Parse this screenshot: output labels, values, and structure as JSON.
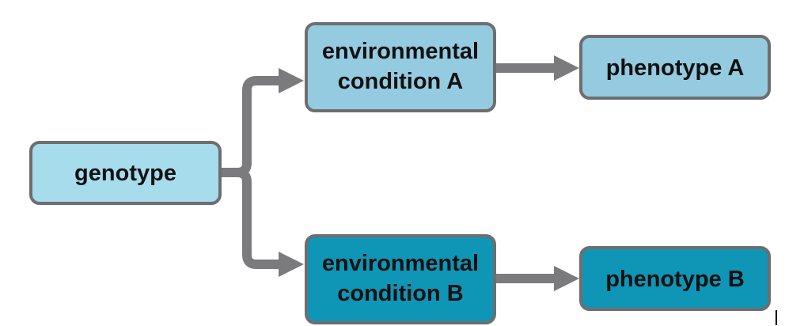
{
  "nodes": {
    "genotype": {
      "label": "genotype"
    },
    "env_a": {
      "line1": "environmental",
      "line2": "condition A"
    },
    "pheno_a": {
      "label": "phenotype A"
    },
    "env_b": {
      "line1": "environmental",
      "line2": "condition B"
    },
    "pheno_b": {
      "label": "phenotype B"
    }
  },
  "colors": {
    "genotype_fill": "#a7dced",
    "condition_a_fill": "#94cbe0",
    "phenotype_a_fill": "#94cbe0",
    "condition_b_fill": "#0f95b6",
    "phenotype_b_fill": "#0f95b6",
    "border": "#6e6e70",
    "connector": "#7b7b7d"
  }
}
